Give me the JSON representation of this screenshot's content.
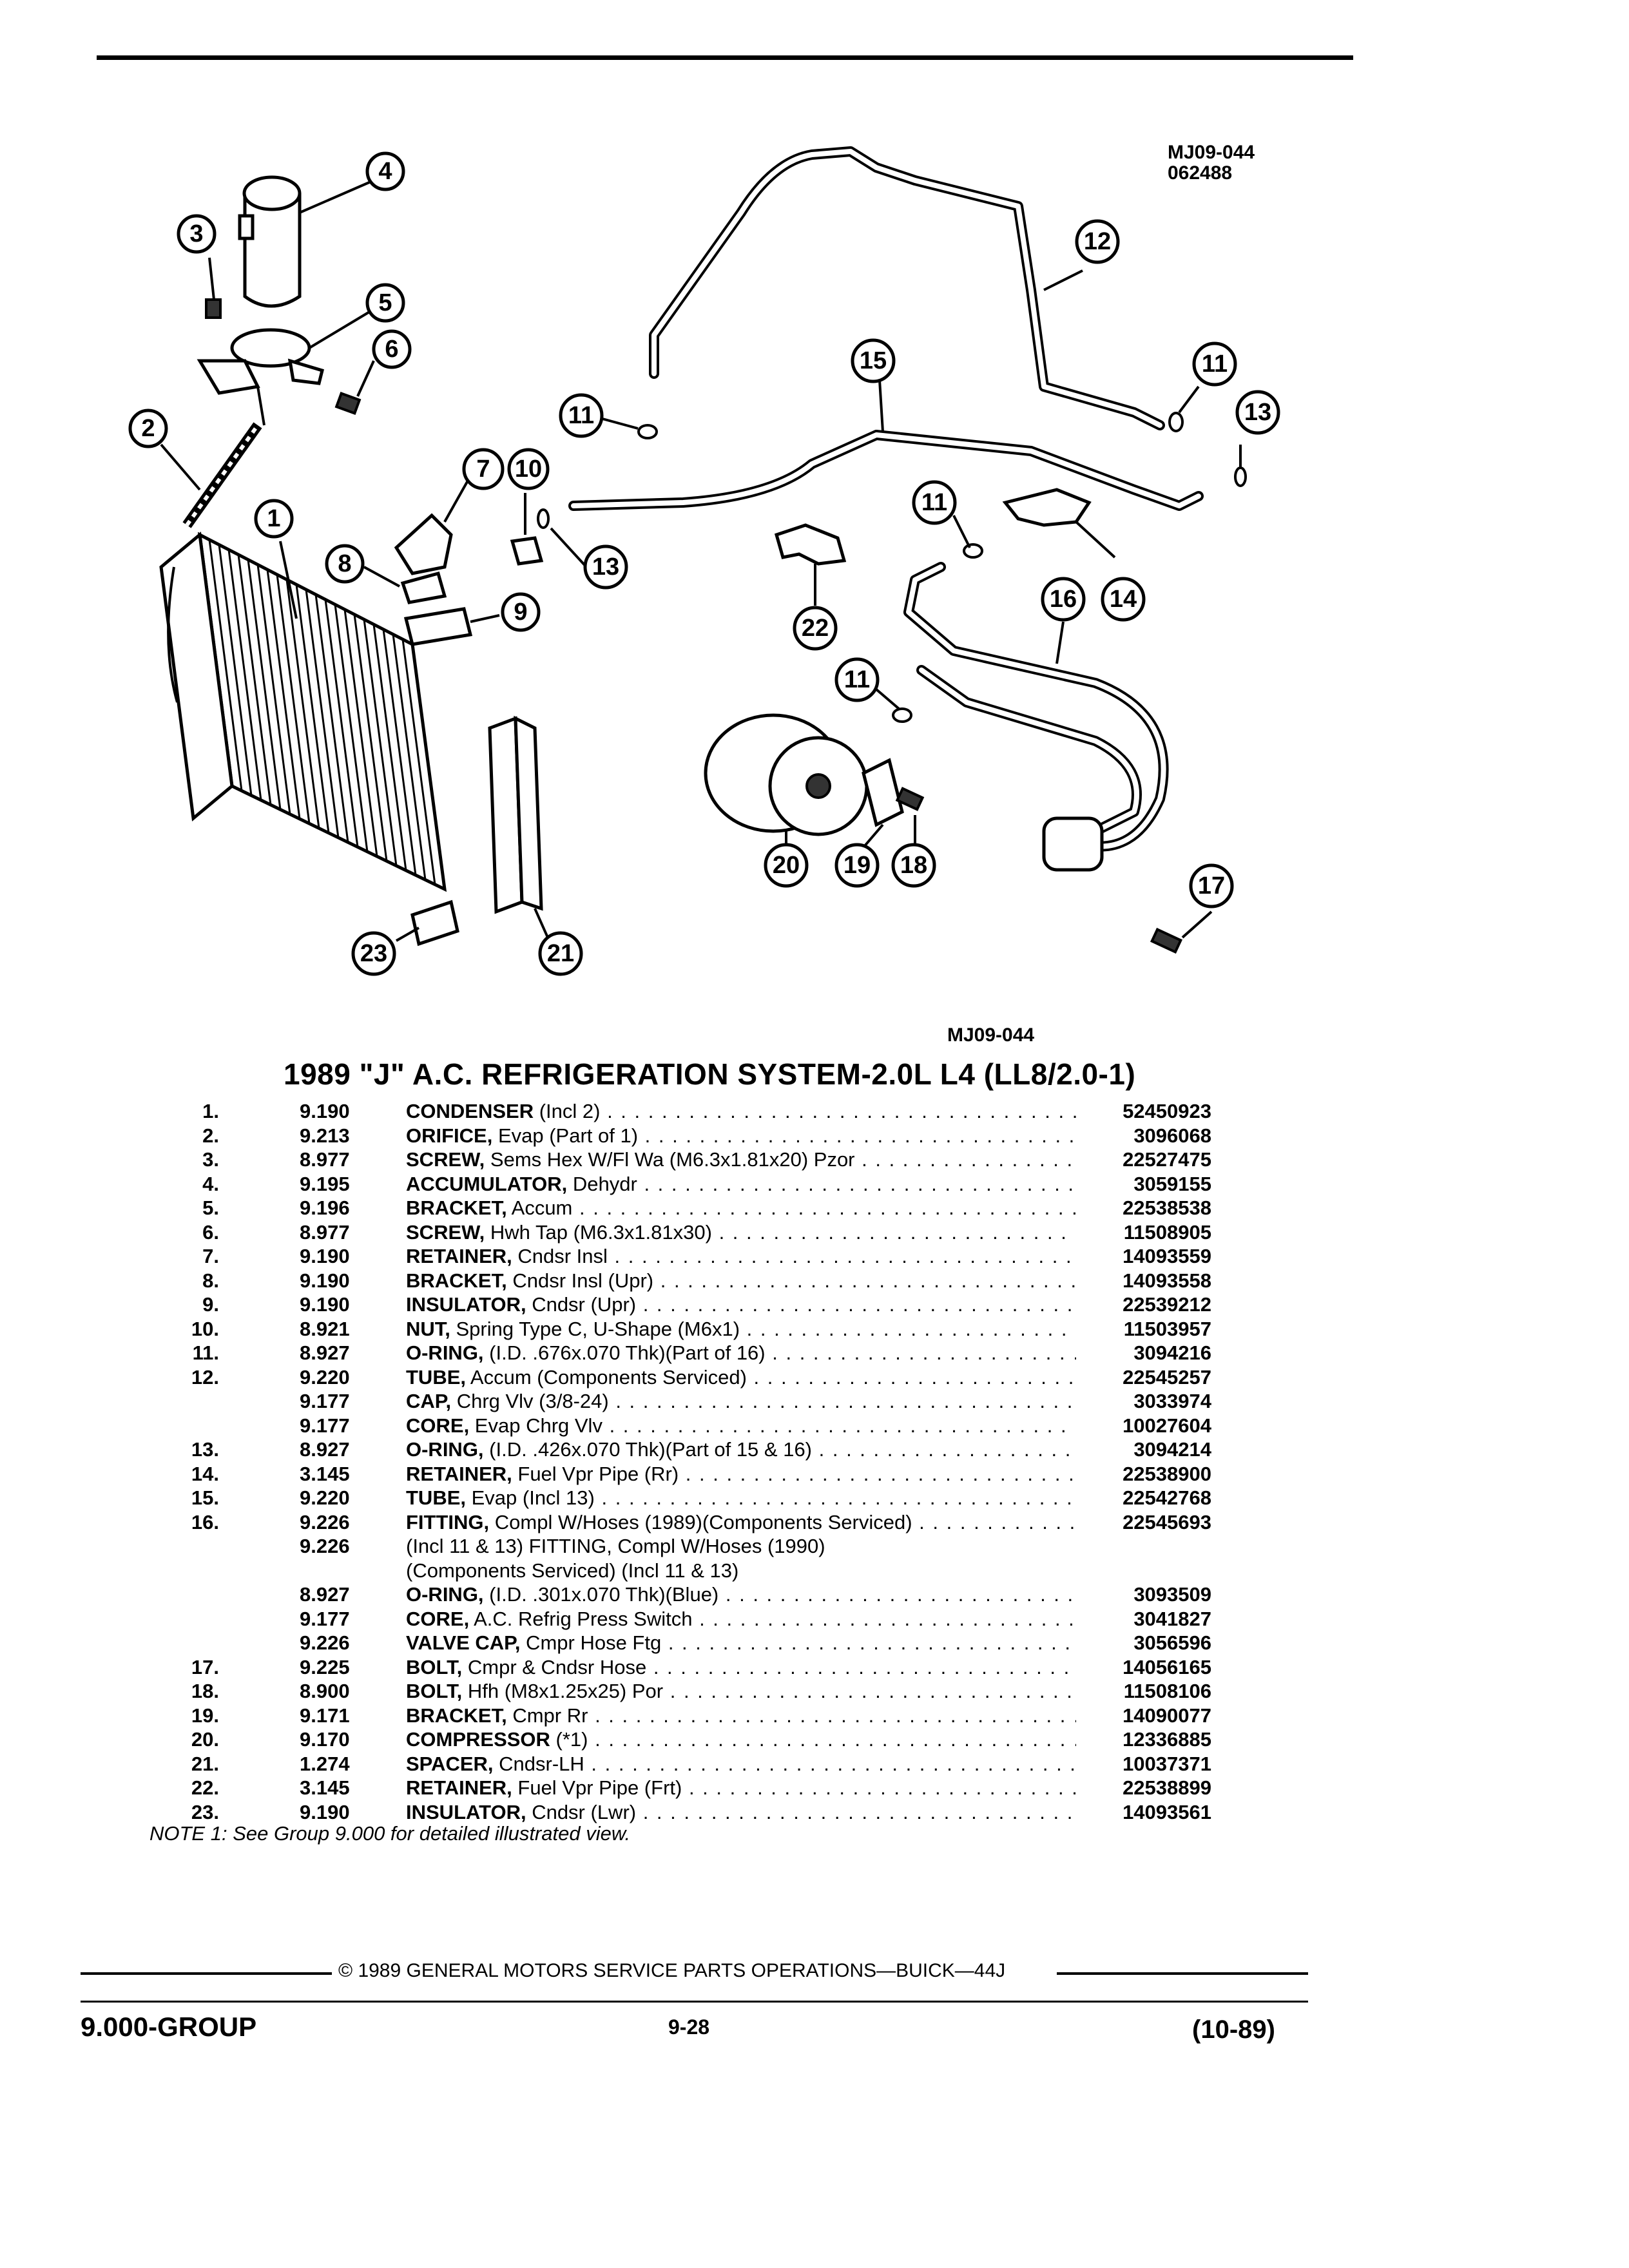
{
  "diagram": {
    "code_top": "MJ09-044",
    "date_code": "062488",
    "code_bottom": "MJ09-044"
  },
  "title": "1989 \"J\" A.C. REFRIGERATION SYSTEM-2.0L L4 (LL8/2.0-1)",
  "parts": [
    {
      "num": "1.",
      "grp": "9.190",
      "name": "CONDENSER",
      "spec": "(Incl 2)",
      "pn": "52450923"
    },
    {
      "num": "2.",
      "grp": "9.213",
      "name": "ORIFICE,",
      "spec": "Evap (Part of 1)",
      "pn": "3096068"
    },
    {
      "num": "3.",
      "grp": "8.977",
      "name": "SCREW,",
      "spec": "Sems Hex W/Fl Wa (M6.3x1.81x20) Pzor",
      "pn": "22527475"
    },
    {
      "num": "4.",
      "grp": "9.195",
      "name": "ACCUMULATOR,",
      "spec": "Dehydr",
      "pn": "3059155"
    },
    {
      "num": "5.",
      "grp": "9.196",
      "name": "BRACKET,",
      "spec": "Accum",
      "pn": "22538538"
    },
    {
      "num": "6.",
      "grp": "8.977",
      "name": "SCREW,",
      "spec": "Hwh Tap (M6.3x1.81x30)",
      "pn": "11508905"
    },
    {
      "num": "7.",
      "grp": "9.190",
      "name": "RETAINER,",
      "spec": "Cndsr Insl",
      "pn": "14093559"
    },
    {
      "num": "8.",
      "grp": "9.190",
      "name": "BRACKET,",
      "spec": "Cndsr Insl (Upr)",
      "pn": "14093558"
    },
    {
      "num": "9.",
      "grp": "9.190",
      "name": "INSULATOR,",
      "spec": "Cndsr (Upr)",
      "pn": "22539212"
    },
    {
      "num": "10.",
      "grp": "8.921",
      "name": "NUT,",
      "spec": "Spring Type C, U-Shape (M6x1)",
      "pn": "11503957"
    },
    {
      "num": "11.",
      "grp": "8.927",
      "name": "O-RING,",
      "spec": "(I.D. .676x.070 Thk)(Part of 16)",
      "pn": "3094216"
    },
    {
      "num": "12.",
      "grp": "9.220",
      "name": "TUBE,",
      "spec": "Accum (Components Serviced)",
      "pn": "22545257"
    },
    {
      "num": "",
      "grp": "9.177",
      "name": "CAP,",
      "spec": "Chrg Vlv (3/8-24)",
      "pn": "3033974"
    },
    {
      "num": "",
      "grp": "9.177",
      "name": "CORE,",
      "spec": "Evap Chrg Vlv",
      "pn": "10027604"
    },
    {
      "num": "13.",
      "grp": "8.927",
      "name": "O-RING,",
      "spec": "(I.D. .426x.070 Thk)(Part of 15 & 16)",
      "pn": "3094214"
    },
    {
      "num": "14.",
      "grp": "3.145",
      "name": "RETAINER,",
      "spec": "Fuel Vpr Pipe (Rr)",
      "pn": "22538900"
    },
    {
      "num": "15.",
      "grp": "9.220",
      "name": "TUBE,",
      "spec": "Evap (Incl 13)",
      "pn": "22542768"
    },
    {
      "num": "16.",
      "grp": "9.226",
      "name": "FITTING,",
      "spec": "Compl W/Hoses (1989)(Components Serviced)",
      "pn": "22545693"
    },
    {
      "num": "",
      "grp": "9.226",
      "name": "",
      "spec": "(Incl 11 & 13) FITTING, Compl W/Hoses (1990)",
      "pn": ""
    },
    {
      "num": "",
      "grp": "",
      "name": "",
      "spec": "(Components Serviced) (Incl 11 & 13)",
      "pn": ""
    },
    {
      "num": "",
      "grp": "8.927",
      "name": "O-RING,",
      "spec": "(I.D. .301x.070 Thk)(Blue)",
      "pn": "3093509"
    },
    {
      "num": "",
      "grp": "9.177",
      "name": "CORE,",
      "spec": "A.C. Refrig Press Switch",
      "pn": "3041827"
    },
    {
      "num": "",
      "grp": "9.226",
      "name": "VALVE CAP,",
      "spec": "Cmpr Hose Ftg",
      "pn": "3056596"
    },
    {
      "num": "17.",
      "grp": "9.225",
      "name": "BOLT,",
      "spec": "Cmpr & Cndsr Hose",
      "pn": "14056165"
    },
    {
      "num": "18.",
      "grp": "8.900",
      "name": "BOLT,",
      "spec": "Hfh (M8x1.25x25) Por",
      "pn": "11508106"
    },
    {
      "num": "19.",
      "grp": "9.171",
      "name": "BRACKET,",
      "spec": "Cmpr Rr",
      "pn": "14090077"
    },
    {
      "num": "20.",
      "grp": "9.170",
      "name": "COMPRESSOR",
      "spec": "(*1)",
      "pn": "12336885"
    },
    {
      "num": "21.",
      "grp": "1.274",
      "name": "SPACER,",
      "spec": "Cndsr-LH",
      "pn": "10037371"
    },
    {
      "num": "22.",
      "grp": "3.145",
      "name": "RETAINER,",
      "spec": "Fuel Vpr Pipe (Frt)",
      "pn": "22538899"
    },
    {
      "num": "23.",
      "grp": "9.190",
      "name": "INSULATOR,",
      "spec": "Cndsr (Lwr)",
      "pn": "14093561"
    }
  ],
  "note": "NOTE 1: See Group 9.000 for detailed illustrated view.",
  "footer": {
    "copyright": "© 1989 GENERAL MOTORS SERVICE PARTS OPERATIONS—BUICK—44J",
    "group": "9.000-GROUP",
    "page": "9-28",
    "revision": "(10-89)"
  }
}
